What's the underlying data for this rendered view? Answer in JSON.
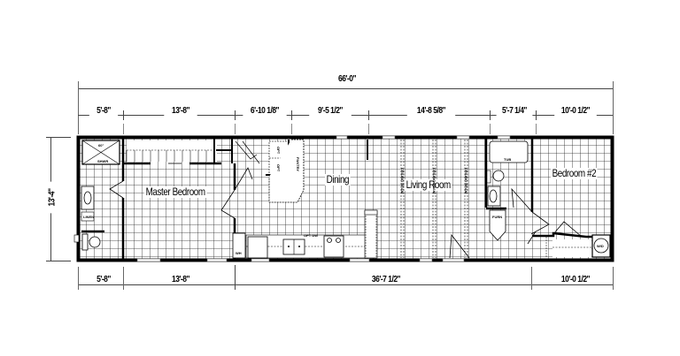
{
  "plan": {
    "overall_width": "66'-0\"",
    "overall_depth": "13'-4\"",
    "top_dimensions": [
      "5'-8\"",
      "13'-8\"",
      "6'-10 1/8\"",
      "9'-5 1/2\"",
      "14'-8 5/8\"",
      "5'-7 1/4\"",
      "10'-0 1/2\""
    ],
    "bottom_dimensions": [
      "5'-8\"",
      "13'-8\"",
      "36'-7 1/2\"",
      "10'-0 1/2\""
    ]
  },
  "rooms": {
    "master_bedroom": "Master Bedroom",
    "dining": "Dining",
    "living_room": "Living Room",
    "bedroom2": "Bedroom #2"
  },
  "fixtures": {
    "shower_top": "60\"",
    "shower_bottom": "SHWR",
    "linen": "LINEN",
    "wh": "WH",
    "ref": "REF",
    "pantry": "PANTRY",
    "opt_dw": "OPT DW",
    "opt1": "OPT",
    "opt2": "OPT",
    "furn": "FURN",
    "tub": "TUB",
    "wd": "W/D",
    "ceiling_beam": "CEILING BEAM"
  },
  "colors": {
    "line": "#000000",
    "grid": "#333333",
    "background": "#ffffff"
  }
}
